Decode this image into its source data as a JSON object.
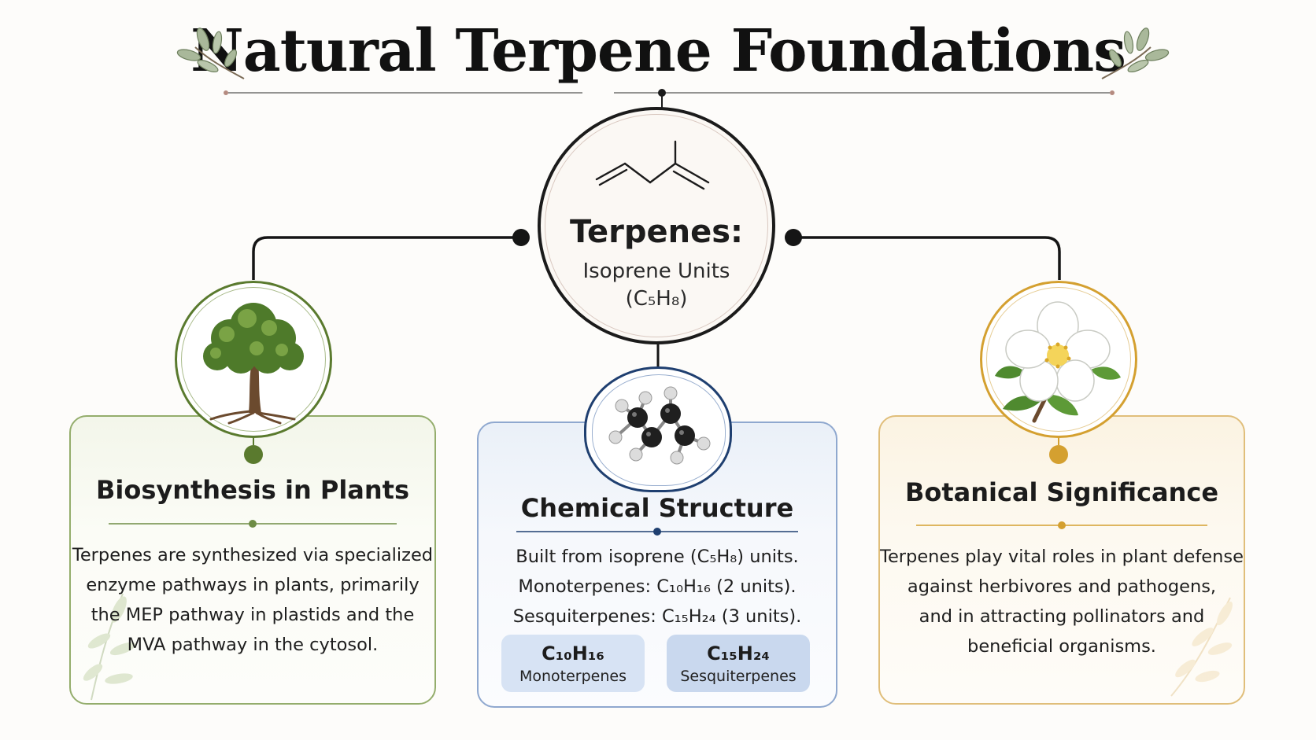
{
  "title": "Natural Terpene Foundations",
  "center": {
    "title": "Terpenes:",
    "subtitle": "Isoprene Units",
    "formula": "(C₅H₈)"
  },
  "cards": {
    "left": {
      "title": "Biosynthesis in Plants",
      "lines": [
        "Terpenes are synthesized via specialized",
        "enzyme pathways in plants, primarily",
        "the MEP pathway in plastids and the",
        "MVA pathway in the cytosol."
      ],
      "accent": "#5a7a2e"
    },
    "middle": {
      "title": "Chemical Structure",
      "lines": [
        "Built from isoprene (C₅H₈) units.",
        "Monoterpenes: C₁₀H₁₆ (2 units).",
        "Sesquiterpenes: C₁₅H₂₄ (3 units)."
      ],
      "pills": [
        {
          "formula": "C₁₀H₁₆",
          "label": "Monoterpenes"
        },
        {
          "formula": "C₁₅H₂₄",
          "label": "Sesquiterpenes"
        }
      ],
      "accent": "#1f3f70"
    },
    "right": {
      "title": "Botanical Significance",
      "lines": [
        "Terpenes play vital roles in plant defense",
        "against herbivores and pathogens,",
        "and in attracting pollinators and",
        "beneficial organisms."
      ],
      "accent": "#d4a030"
    }
  },
  "colors": {
    "connector": "#151515",
    "green": "#5a7a2e",
    "blue": "#1f3f70",
    "gold": "#d4a030"
  },
  "icons": [
    "leaf-sprig-icon",
    "isoprene-structure-icon",
    "tree-icon",
    "molecule-model-icon",
    "flower-icon"
  ]
}
